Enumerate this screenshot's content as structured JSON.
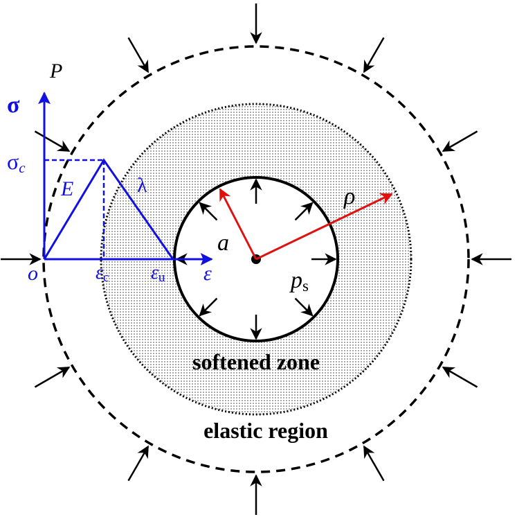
{
  "labels": {
    "load": "P",
    "sigma": "σ",
    "sigma_c_main": "σ",
    "sigma_c_sub": "c",
    "modulus": "E",
    "softening": "λ",
    "origin": "o",
    "eps_c_main": "ε",
    "eps_c_sub": "c",
    "eps_u_main": "ε",
    "eps_u_sub": "u",
    "epsilon": "ε",
    "tunnel_radius": "a",
    "plastic_radius": "ρ",
    "support_main": "p",
    "support_sub": "s",
    "softened_zone": "softened zone",
    "elastic_region": "elastic region"
  },
  "colors": {
    "stress_strain": "#1010e0",
    "radius_arrows": "#e01010",
    "outline": "#000000",
    "softened_fill": "#d8d8d8"
  }
}
